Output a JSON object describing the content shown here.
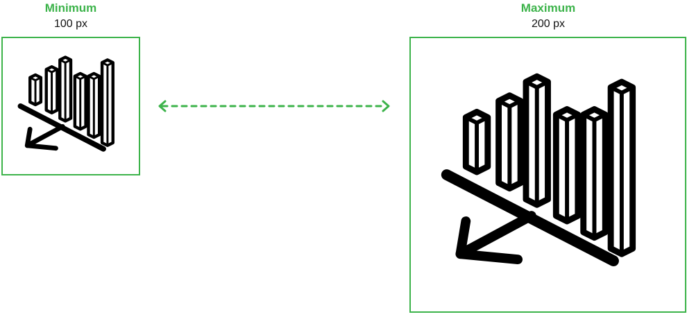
{
  "minimum": {
    "title": "Minimum",
    "value": "100 px"
  },
  "maximum": {
    "title": "Maximum",
    "value": "200 px"
  },
  "colors": {
    "accent": "#3cb34a",
    "icon": "#000000",
    "background": "#ffffff"
  },
  "icons": {
    "chart": "bar-chart-trend-down-icon",
    "range": "double-arrow-icon"
  }
}
